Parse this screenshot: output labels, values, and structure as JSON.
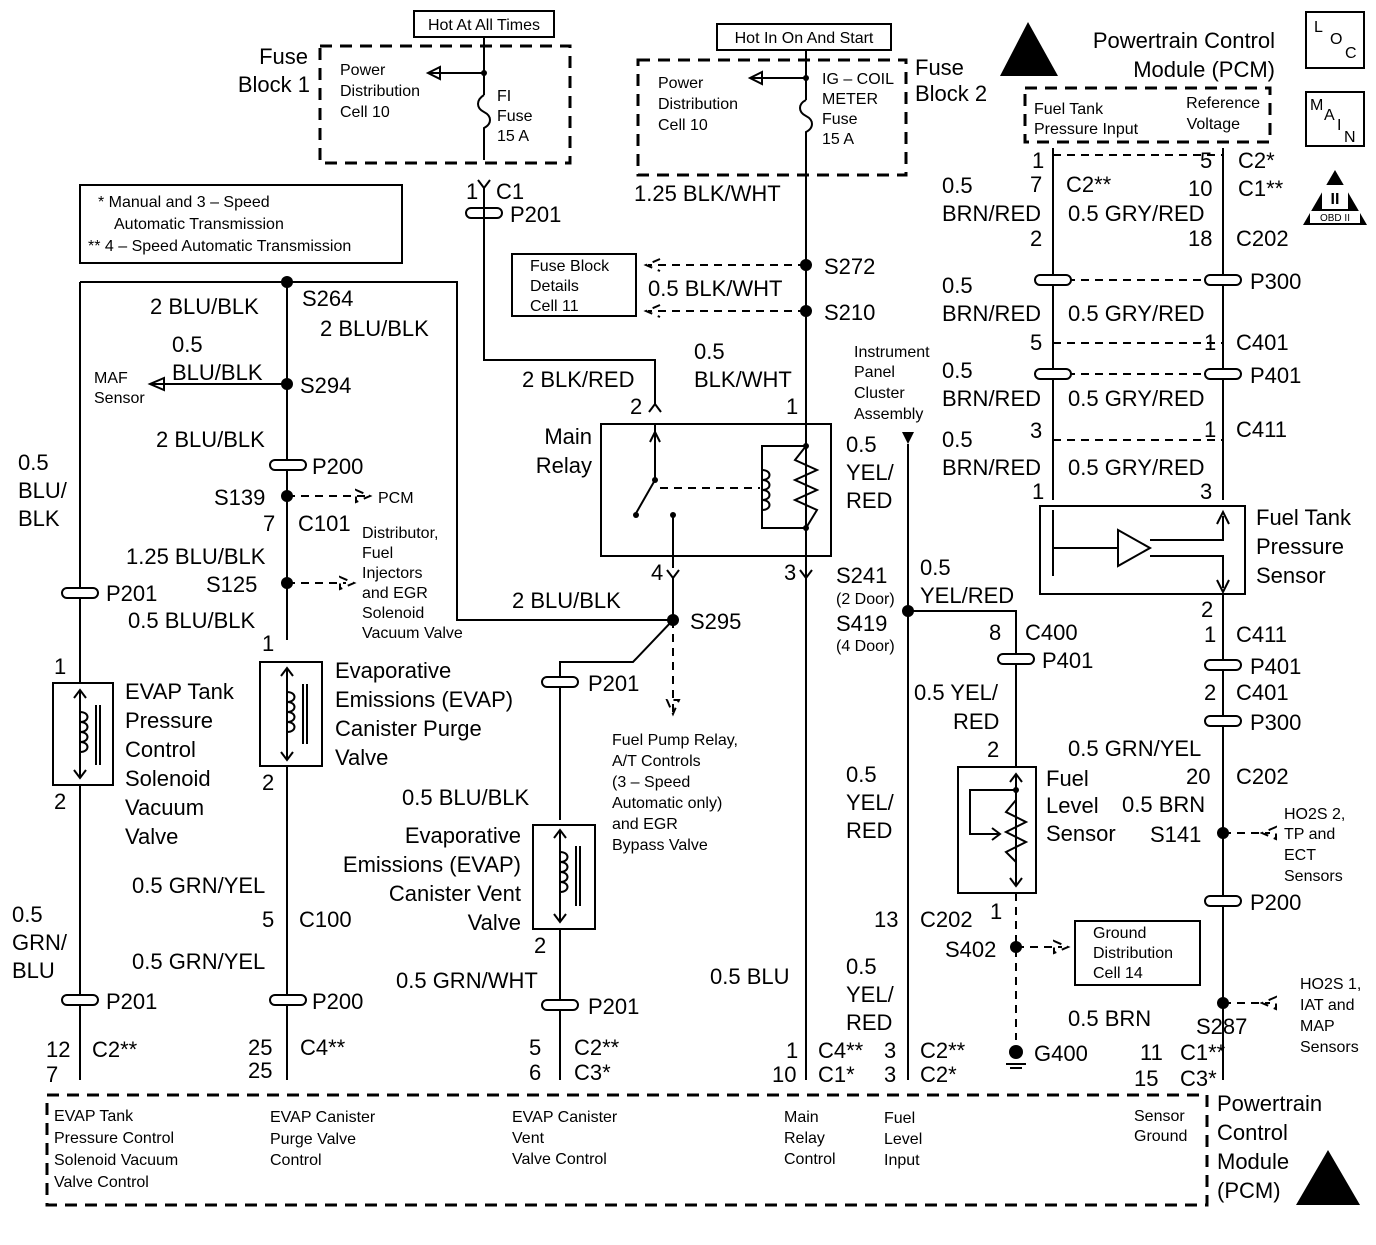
{
  "labels": {
    "hot_all_times": "Hot At All Times",
    "hot_on_start": "Hot In On And Start",
    "fuse_block1": [
      "Fuse",
      "Block 1"
    ],
    "fuse_block2": [
      "Fuse",
      "Block 2"
    ],
    "pdc1": [
      "Power",
      "Distribution",
      "Cell 10"
    ],
    "pdc2": [
      "Power",
      "Distribution",
      "Cell 10"
    ],
    "fi_fuse": [
      "FI",
      "Fuse",
      "15 A"
    ],
    "ig_fuse": [
      "IG – COIL",
      "METER",
      "Fuse",
      "15 A"
    ],
    "pcm_top": [
      "Powertrain Control",
      "Module (PCM)"
    ],
    "pcm_bottom": [
      "Powertrain",
      "Control",
      "Module",
      "(PCM)"
    ],
    "loc": [
      "L",
      "O",
      "C"
    ],
    "main": [
      "M",
      "A",
      "I",
      "N"
    ],
    "obd": "OBD II",
    "obd_roman": "II",
    "transmission_note": [
      "* Manual and 3 – Speed",
      "Automatic Transmission",
      "** 4 – Speed Automatic Transmission"
    ],
    "fuse_block_details": [
      "Fuse Block",
      "Details",
      "Cell 11"
    ],
    "ground_dist": [
      "Ground",
      "Distribution",
      "Cell 14"
    ],
    "pcm_inputs_top": [
      "Fuel Tank",
      "Pressure Input",
      "Reference",
      "Voltage"
    ],
    "main_relay": [
      "Main",
      "Relay"
    ],
    "evap_tank": [
      "EVAP Tank",
      "Pressure",
      "Control",
      "Solenoid",
      "Vacuum",
      "Valve"
    ],
    "evap_purge": [
      "Evaporative",
      "Emissions (EVAP)",
      "Canister Purge",
      "Valve"
    ],
    "evap_vent": [
      "Evaporative",
      "Emissions (EVAP)",
      "Canister Vent",
      "Valve"
    ],
    "fuel_tank_sensor": [
      "Fuel Tank",
      "Pressure",
      "Sensor"
    ],
    "fuel_level_sensor": [
      "Fuel",
      "Level",
      "Sensor"
    ],
    "maf": [
      "MAF",
      "Sensor"
    ],
    "pcm_arrow": "PCM",
    "distributor": [
      "Distributor,",
      "Fuel",
      "Injectors",
      "and EGR",
      "Solenoid",
      "Vacuum Valve"
    ],
    "fuel_pump_relay": [
      "Fuel Pump Relay,",
      "A/T Controls",
      "(3 – Speed",
      "Automatic only)",
      "and EGR",
      "Bypass Valve"
    ],
    "ipc": [
      "Instrument",
      "Panel",
      "Cluster",
      "Assembly"
    ],
    "ho2s2": [
      "HO2S 2,",
      "TP and",
      "ECT",
      "Sensors"
    ],
    "ho2s1": [
      "HO2S 1,",
      "IAT and",
      "MAP",
      "Sensors"
    ],
    "pcm_functions": [
      [
        "EVAP Tank",
        "Pressure Control",
        "Solenoid Vacuum",
        "Valve Control"
      ],
      [
        "EVAP Canister",
        "Purge Valve",
        "Control"
      ],
      [
        "EVAP Canister",
        "Vent",
        "Valve Control"
      ],
      [
        "Main",
        "Relay",
        "Control"
      ],
      [
        "Fuel",
        "Level",
        "Input"
      ],
      [
        "Sensor",
        "Ground"
      ]
    ]
  },
  "wires": {
    "w_125_blk_wht": "1.25 BLK/WHT",
    "w_05_blk_wht": "0.5 BLK/WHT",
    "w_05_blk_wht_2": [
      "0.5",
      "BLK/WHT"
    ],
    "w_2_blk_red": "2 BLK/RED",
    "w_2_blu_blk_a": "2 BLU/BLK",
    "w_2_blu_blk_b": "2 BLU/BLK",
    "w_05_blu_blk_maf": [
      "0.5",
      "BLU/BLK"
    ],
    "w_2_blu_blk_c": "2 BLU/BLK",
    "w_05_blu_blk_left": [
      "0.5",
      "BLU/",
      "BLK"
    ],
    "w_125_blu_blk": "1.25 BLU/BLK",
    "w_05_blu_blk_s125": "0.5 BLU/BLK",
    "w_2_blu_blk_s295": "2 BLU/BLK",
    "w_05_blu_blk_vent": "0.5 BLU/BLK",
    "w_05_grn_yel_a": "0.5 GRN/YEL",
    "w_05_grn_yel_b": "0.5 GRN/YEL",
    "w_05_grn_blu": [
      "0.5",
      "GRN/",
      "BLU"
    ],
    "w_05_grn_wht": "0.5 GRN/WHT",
    "w_05_blu": "0.5 BLU",
    "w_05_yel_red_a": [
      "0.5",
      "YEL/",
      "RED"
    ],
    "w_05_yel_red_b": [
      "0.5",
      "YEL/RED"
    ],
    "w_05_yel_red_c": [
      "0.5 YEL/",
      "RED"
    ],
    "w_05_yel_red_d": [
      "0.5",
      "YEL/",
      "RED"
    ],
    "w_05_yel_red_e": [
      "0.5",
      "YEL/",
      "RED"
    ],
    "w_05_brn_red": [
      "0.5",
      "BRN/RED"
    ],
    "w_05_gry_red": "0.5 GRY/RED",
    "w_05_grn_yel_right": "0.5 GRN/YEL",
    "w_05_brn_a": "0.5 BRN",
    "w_05_brn_b": "0.5 BRN"
  },
  "connectors": {
    "c1": "C1",
    "p201": "P201",
    "s272": "S272",
    "s210": "S210",
    "s264": "S264",
    "s294": "S294",
    "p200": "P200",
    "s139": "S139",
    "c101": "C101",
    "s125": "S125",
    "s295": "S295",
    "s241": "S241",
    "s241_sub": "(2 Door)",
    "s419": "S419",
    "s419_sub": "(4 Door)",
    "c400": "C400",
    "p401": "P401",
    "c100": "C100",
    "c202": "C202",
    "s402": "S402",
    "g400": "G400",
    "s141": "S141",
    "s287": "S287",
    "p300": "P300",
    "c401": "C401",
    "c411": "C411",
    "c2s": "C2*",
    "c2ss": "C2**",
    "c1ss": "C1**",
    "c1s": "C1*",
    "c3s": "C3*",
    "c4ss": "C4**"
  },
  "pins": {
    "n1": "1",
    "n2": "2",
    "n3": "3",
    "n4": "4",
    "n5": "5",
    "n6": "6",
    "n7": "7",
    "n8": "8",
    "n10": "10",
    "n11": "11",
    "n12": "12",
    "n13": "13",
    "n15": "15",
    "n18": "18",
    "n20": "20",
    "n25": "25"
  }
}
